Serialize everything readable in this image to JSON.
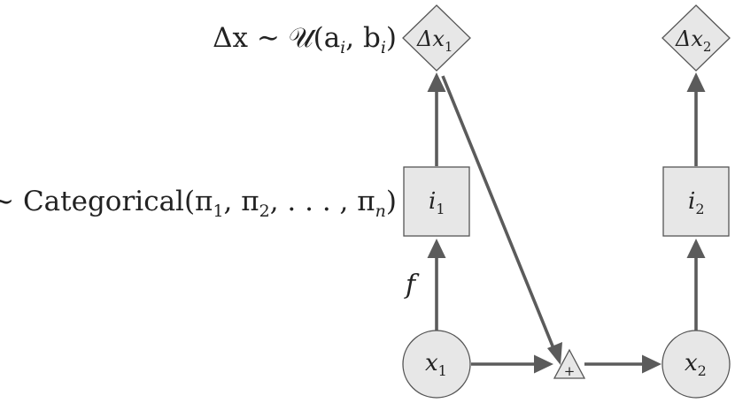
{
  "labels": {
    "delta_dist": "Δx ∼ 𝒰(a",
    "delta_dist_sub1": "i",
    "delta_dist_mid": ", b",
    "delta_dist_sub2": "i",
    "delta_dist_end": ")",
    "categorical_prefix": "i ∼ Categorical(π",
    "categorical_sub1": "1",
    "categorical_mid1": ", π",
    "categorical_sub2": "2",
    "categorical_mid2": ", . . . , π",
    "categorical_subn": "n",
    "categorical_end": ")",
    "edge_f": "f"
  },
  "nodes": {
    "delta_x1": {
      "base": "Δx",
      "sub": "1"
    },
    "delta_x2": {
      "base": "Δx",
      "sub": "2"
    },
    "i1": {
      "base": "i",
      "sub": "1"
    },
    "i2": {
      "base": "i",
      "sub": "2"
    },
    "x1": {
      "base": "x",
      "sub": "1"
    },
    "x2": {
      "base": "x",
      "sub": "2"
    },
    "plus": {
      "symbol": "+"
    }
  }
}
